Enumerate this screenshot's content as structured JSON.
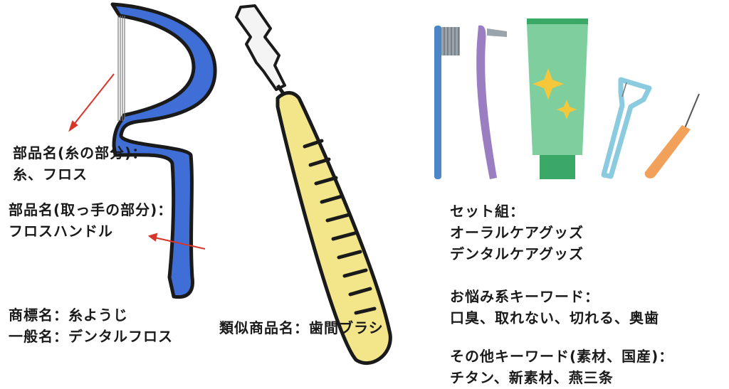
{
  "labels": {
    "thread_part": {
      "line1": "部品名(糸の部分)：",
      "line2": "糸、フロス"
    },
    "handle_part": {
      "line1": "部品名(取っ手の部分)：",
      "line2": "フロスハンドル"
    },
    "brand": {
      "line1": "商標名：糸ようじ",
      "line2": "一般名：デンタルフロス"
    },
    "similar": "類似商品名：歯間ブラシ",
    "set": {
      "line1": "セット組：",
      "line2": "オーラルケアグッズ",
      "line3": "デンタルケアグッズ"
    },
    "worry": {
      "line1": "お悩み系キーワード：",
      "line2": "口臭、取れない、切れる、奥歯"
    },
    "other": {
      "line1": "その他キーワード(素材、国産)：",
      "line2": "チタン、新素材、燕三条"
    }
  },
  "colors": {
    "floss_handle": "#3f6fd6",
    "interdental_brush": "#f2e58a",
    "arrow": "#d8352a",
    "toothbrush_blue": "#4a86c8",
    "toothbrush_purple": "#9b7ec2",
    "toothpaste_tube": "#7fcf9e",
    "toothpaste_cap": "#3aa866",
    "sparkle": "#f5c73b",
    "small_floss": "#8bcbe0",
    "small_brush": "#f2a15a"
  }
}
